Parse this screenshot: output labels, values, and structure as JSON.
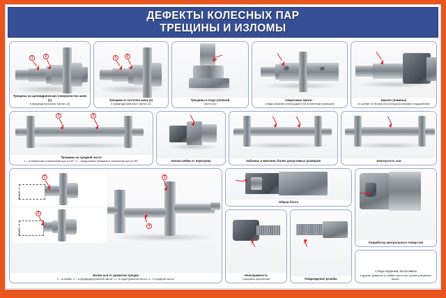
{
  "poster": {
    "title_line_1": "ДЕФЕКТЫ КОЛЕСНЫХ ПАР",
    "title_line_2": "ТРЕЩИНЫ И ИЗЛОМЫ",
    "colors": {
      "frame": "#e8551f",
      "title_bg": "#374f95",
      "title_text": "#ffffff",
      "panel_border": "#9aa8c4",
      "arrow": "#d8232a",
      "background": "#fdfdfd"
    }
  },
  "panels": [
    {
      "id": "cracks-cylindrical",
      "caption": "Трещины на цилиндрических поверхностях шеек (1)",
      "caption_sub": "и предподступичных частях (2)",
      "markers": [
        "1",
        "2"
      ]
    },
    {
      "id": "cracks-fillets",
      "caption": "Трещины в галтелях шеек (1)",
      "caption_sub": "и предподступичных частях (2)",
      "markers": [
        "1",
        "2"
      ]
    },
    {
      "id": "cracks-wheelseat",
      "caption": "Трещины в подступичной",
      "caption_sub": "части оси",
      "markers": []
    },
    {
      "id": "welding-burns",
      "caption": "Сварочные ожоги –",
      "caption_sub": "следы касания электродом или оголенным проводом",
      "markers": []
    },
    {
      "id": "work-hardening",
      "caption": "Наклеп (намины)",
      "caption_sub": "на шейке от втулки или кольца роликового подшипника",
      "markers": []
    },
    {
      "id": "cracks-middle",
      "caption": "Трещины на средней части",
      "caption_sub": "1 – поперечная и наклонная при α>30°; 2 – продольная трещина и наклонная при α<30°",
      "markers": [
        "1",
        "2"
      ]
    },
    {
      "id": "journal-fracture-overheat",
      "caption": "Излом шейки от перегрева",
      "caption_sub": "",
      "markers": []
    },
    {
      "id": "dents-nicks",
      "caption": "Забоины и вмятины более допустимых размеров",
      "caption_sub": "",
      "markers": []
    },
    {
      "id": "axle-bend",
      "caption": "Изогнутость оси",
      "caption_sub": "",
      "markers": []
    },
    {
      "id": "axle-fracture-cracks",
      "caption": "Излом оси от развития трещин",
      "caption_sub": "1 – в шейке; 2 – в предподступичной части; 3 – в подступичной части; 4 – в средней части.",
      "markers": [
        "1",
        "2",
        "3",
        "4"
      ]
    },
    {
      "id": "bolt-breakage",
      "caption": "Обрыв болта",
      "caption_sub": "",
      "markers": []
    },
    {
      "id": "end-fastening-fault",
      "caption": "Неисправность",
      "caption_sub": "торцового крепления",
      "markers": []
    },
    {
      "id": "thread-damage",
      "caption": "Повреждение резьбы",
      "caption_sub": "",
      "markers": []
    },
    {
      "id": "center-hole-wear",
      "caption": "Разработка центрального отверстия",
      "caption_sub": "",
      "markers": []
    },
    {
      "id": "corrosion-traces",
      "caption": "Следы коррозии, волосовины",
      "caption_sub": "и другие дефекты в любой части оси, кроме указанных выше.",
      "markers": []
    }
  ]
}
